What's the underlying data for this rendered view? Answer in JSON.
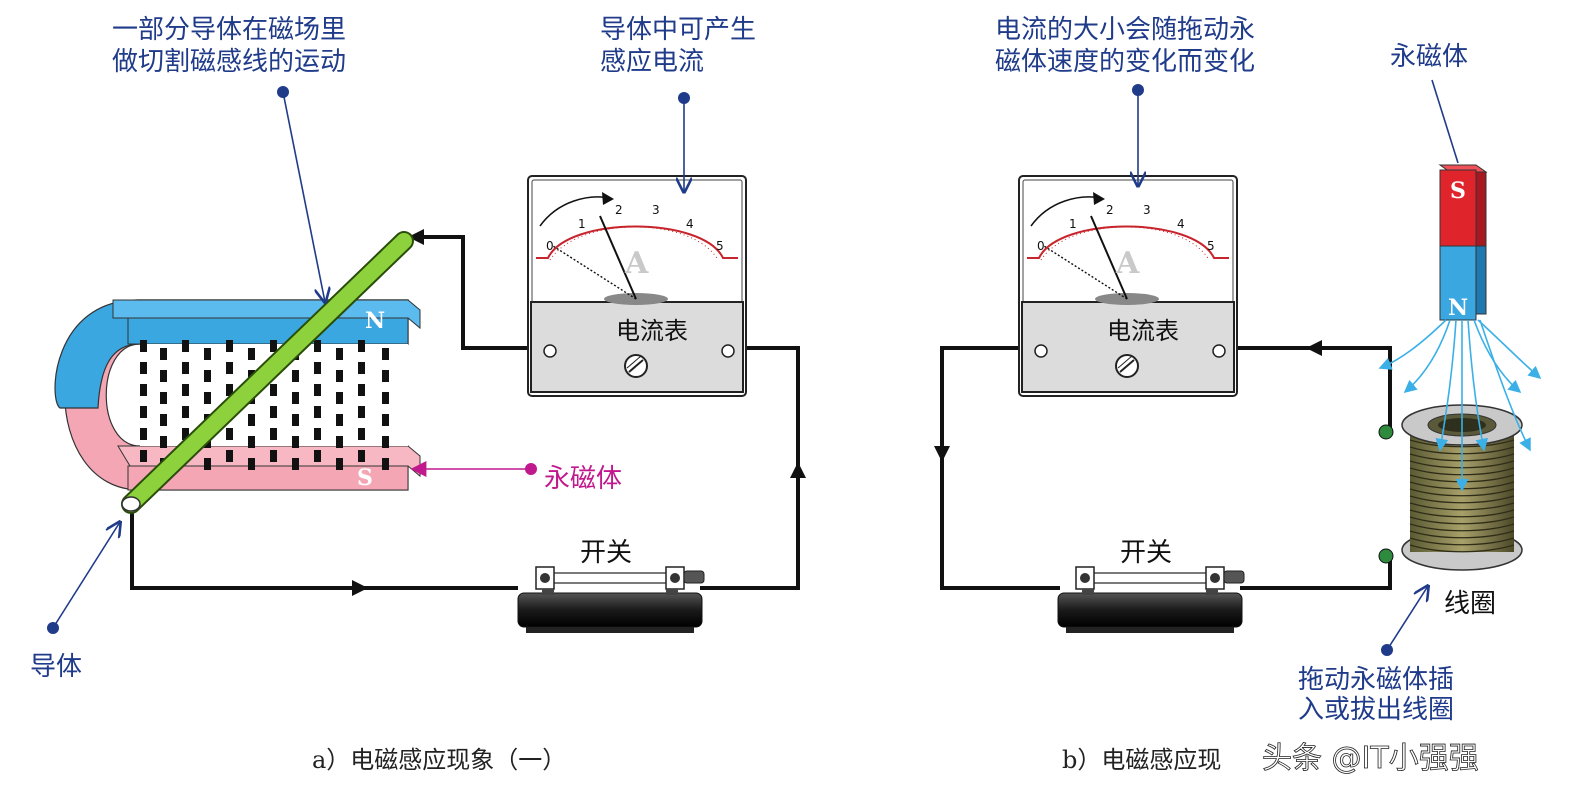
{
  "panel_a": {
    "caption": "a）电磁感应现象（一）",
    "label_cutting_line1": "一部分导体在磁场里",
    "label_cutting_line2": "做切割磁感线的运动",
    "label_current_line1": "导体中可产生",
    "label_current_line2": "感应电流",
    "label_magnet": "永磁体",
    "label_conductor": "导体",
    "meter_name": "电流表",
    "meter_unit": "A",
    "switch_label": "开关",
    "pole_n": "N",
    "pole_s": "S"
  },
  "panel_b": {
    "caption": "b）电磁感应现",
    "label_speed_line1": "电流的大小会随拖动永",
    "label_speed_line2": "磁体速度的变化而变化",
    "label_magnet": "永磁体",
    "label_coil": "线圈",
    "label_insert_line1": "拖动永磁体插",
    "label_insert_line2": "入或拔出线圈",
    "meter_name": "电流表",
    "meter_unit": "A",
    "switch_label": "开关",
    "pole_n": "N",
    "pole_s": "S"
  },
  "meter_scale": [
    "0",
    "1",
    "2",
    "3",
    "4",
    "5"
  ],
  "watermark": "头条 @IT小强强",
  "colors": {
    "magnet_blue": "#3aa7e0",
    "magnet_pink": "#f4a6b4",
    "conductor_green": "#8dd23c",
    "pole_red": "#e0242c",
    "label_navy": "#1f3b8a",
    "label_magenta": "#c2188d"
  }
}
